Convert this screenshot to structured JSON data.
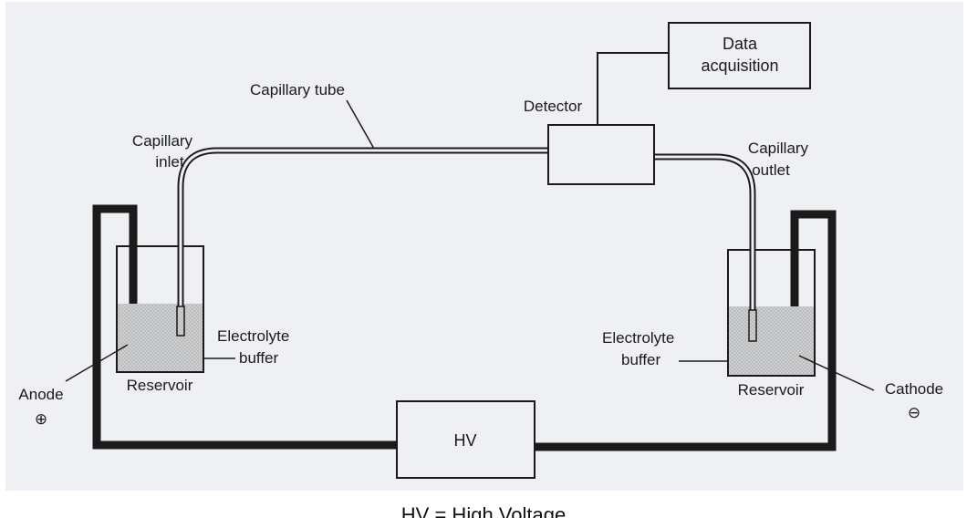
{
  "labels": {
    "data_acquisition_line1": "Data",
    "data_acquisition_line2": "acquisition",
    "detector": "Detector",
    "capillary_tube": "Capillary tube",
    "capillary_inlet_line1": "Capillary",
    "capillary_inlet_line2": "inlet",
    "capillary_outlet_line1": "Capillary",
    "capillary_outlet_line2": "outlet",
    "left_buffer_line1": "Electrolyte",
    "left_buffer_line2": "buffer",
    "right_buffer_line1": "Electrolyte",
    "right_buffer_line2": "buffer",
    "left_reservoir": "Reservoir",
    "right_reservoir": "Reservoir",
    "anode": "Anode",
    "anode_symbol": "⊕",
    "cathode": "Cathode",
    "cathode_symbol": "⊖",
    "hv": "HV"
  },
  "caption": "HV = High Voltage",
  "colors": {
    "background": "#eef0f3",
    "line": "#1a1a1a",
    "buffer": "#c9cacc"
  }
}
